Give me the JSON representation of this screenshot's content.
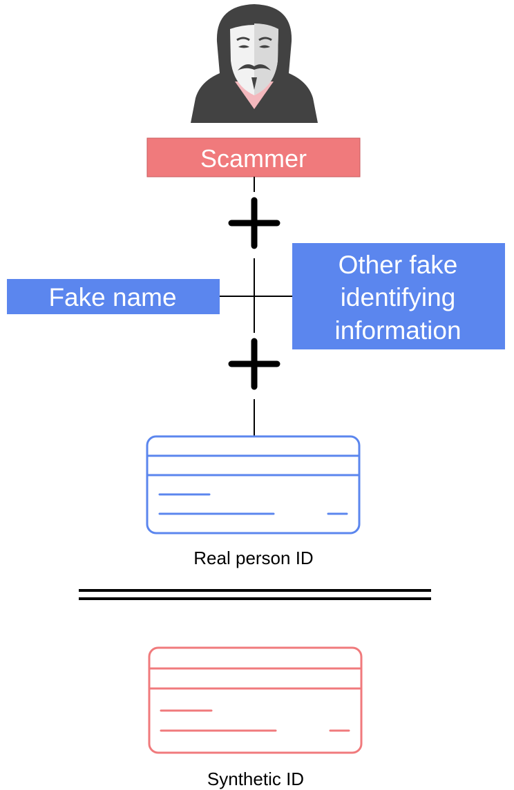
{
  "nodes": {
    "scammer": {
      "label": "Scammer"
    },
    "fake_name": {
      "label": "Fake name"
    },
    "other_info": {
      "lines": [
        "Other fake",
        "identifying",
        "information"
      ]
    },
    "real_id": {
      "caption": "Real person ID"
    },
    "synthetic_id": {
      "caption": "Synthetic ID"
    }
  },
  "icons": {
    "scammer": "hooded-masked-hacker-icon",
    "real_id": "id-card-icon",
    "synthetic_id": "id-card-icon",
    "plus": "plus-icon",
    "equals": "equals-icon"
  },
  "colors": {
    "scammer_box": "#f07a7c",
    "info_box": "#5b86ee",
    "real_id_card": "#5b86ee",
    "synthetic_id_card": "#f07a7c",
    "hood": "#424242",
    "mask": "#f2f2f2",
    "connector": "#000000"
  }
}
